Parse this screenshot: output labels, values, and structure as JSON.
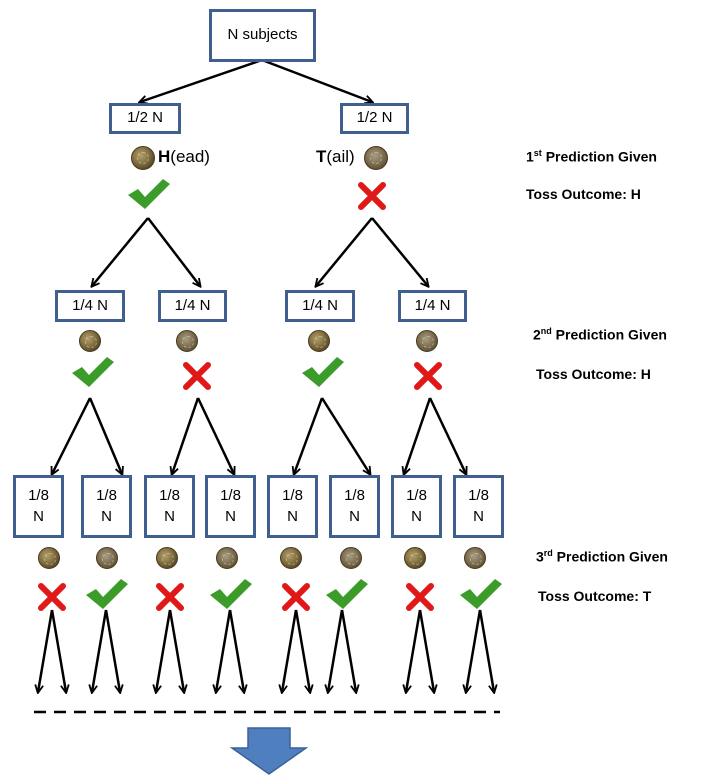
{
  "root": {
    "label": "N subjects"
  },
  "level1": {
    "boxes": [
      "1/2 N",
      "1/2 N"
    ],
    "left_choice": {
      "letter": "H",
      "rest": "(ead)"
    },
    "right_choice": {
      "letter": "T",
      "rest": "(ail)"
    },
    "marks": [
      "check",
      "cross"
    ],
    "side_text": {
      "ordinal": "1",
      "suffix": "st",
      "prediction": " Prediction Given",
      "outcome": "Toss Outcome:  H"
    }
  },
  "level2": {
    "boxes": [
      "1/4 N",
      "1/4 N",
      "1/4 N",
      "1/4 N"
    ],
    "coins": [
      "heads",
      "tails",
      "heads",
      "tails"
    ],
    "marks": [
      "check",
      "cross",
      "check",
      "cross"
    ],
    "side_text": {
      "ordinal": "2",
      "suffix": "nd",
      "prediction": " Prediction Given",
      "outcome": "Toss Outcome:  H"
    }
  },
  "level3": {
    "boxes": [
      {
        "top": "1/8",
        "bottom": "N"
      },
      {
        "top": "1/8",
        "bottom": "N"
      },
      {
        "top": "1/8",
        "bottom": "N"
      },
      {
        "top": "1/8",
        "bottom": "N"
      },
      {
        "top": "1/8",
        "bottom": "N"
      },
      {
        "top": "1/8",
        "bottom": "N"
      },
      {
        "top": "1/8",
        "bottom": "N"
      },
      {
        "top": "1/8",
        "bottom": "N"
      }
    ],
    "coins": [
      "heads",
      "tails",
      "heads",
      "tails",
      "heads",
      "tails",
      "heads",
      "tails"
    ],
    "marks": [
      "cross",
      "check",
      "cross",
      "check",
      "cross",
      "check",
      "cross",
      "check"
    ],
    "side_text": {
      "ordinal": "3",
      "suffix": "rd",
      "prediction": " Prediction Given",
      "outcome": "Toss Outcome:  T"
    }
  },
  "colors": {
    "box_border": "#3f5f8f",
    "check": "#3c9c2a",
    "cross": "#e01818",
    "down_arrow": "#4f7fbf"
  }
}
